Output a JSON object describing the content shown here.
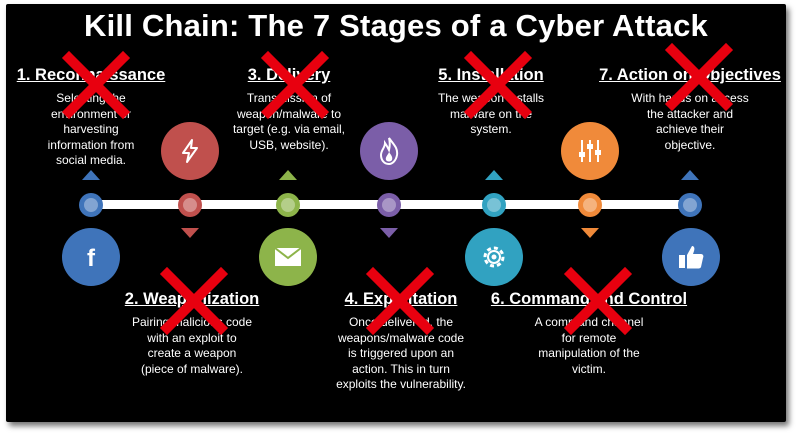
{
  "title": "Kill Chain: The 7 Stages of a Cyber Attack",
  "colors": {
    "blue": "#3f74ba",
    "red": "#c0504d",
    "green": "#8db44a",
    "purple": "#7b5ea8",
    "teal": "#31a2c1",
    "orange": "#f08a3a",
    "cross": "#e8000f"
  },
  "stages": [
    {
      "title": "1. Reconnaissance",
      "desc": "Selecting the environment or harvesting information from social media.",
      "icon": "facebook-icon"
    },
    {
      "title": "2. Weaponization",
      "desc": "Pairing malicious code with an exploit to create a weapon (piece of malware).",
      "icon": "lightning-icon"
    },
    {
      "title": "3. Delivery",
      "desc": "Transmission of weapon/malware to target (e.g. via email, USB, website).",
      "icon": "envelope-icon"
    },
    {
      "title": "4. Exploitation",
      "desc": "Once delivered, the weapons/malware code is triggered upon an action. This in turn exploits the vulnerability.",
      "icon": "flame-icon"
    },
    {
      "title": "5. Installation",
      "desc": "The weapon installs malware on the system.",
      "icon": "gear-icon"
    },
    {
      "title": "6. Command and Control",
      "desc": "A command channel for remote manipulation of the victim.",
      "icon": "sliders-icon"
    },
    {
      "title": "7. Action on Objectives",
      "desc": "With hands on access the attacker and achieve their objective.",
      "icon": "thumbs-up-icon"
    }
  ]
}
